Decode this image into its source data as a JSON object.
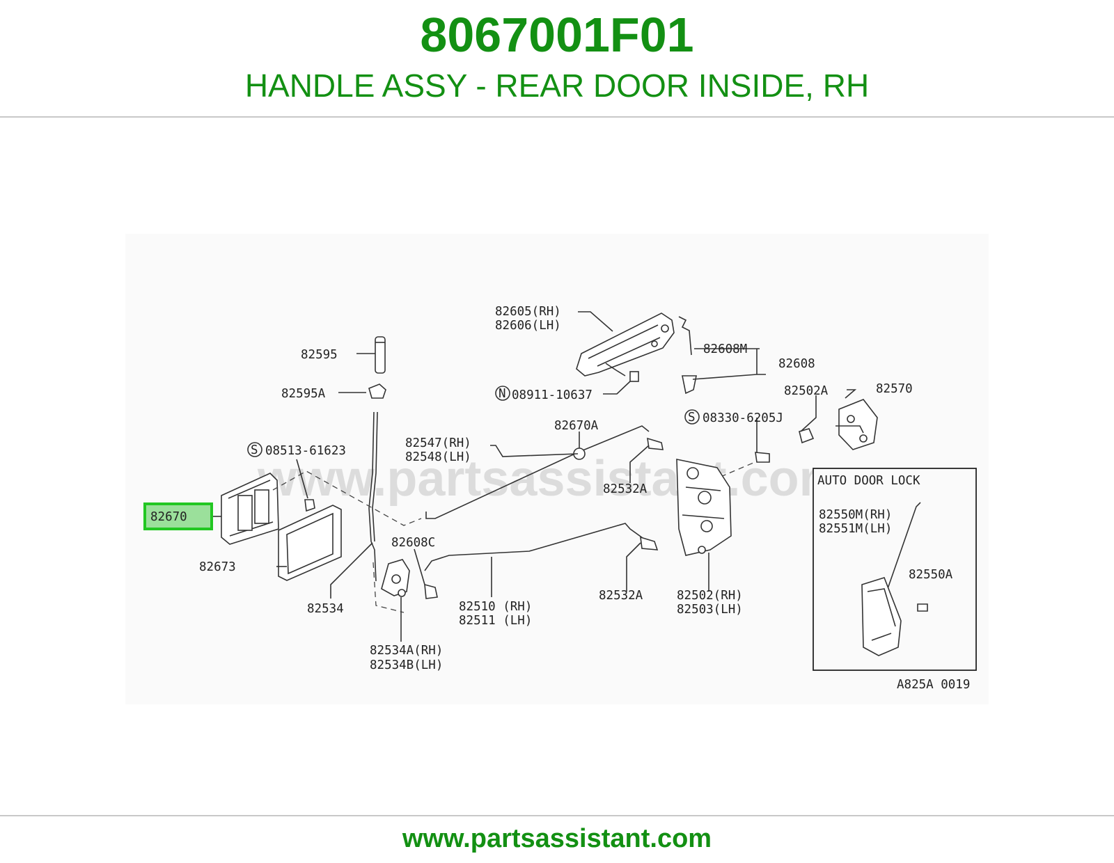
{
  "header": {
    "part_number": "8067001F01",
    "description": "HANDLE ASSY - REAR DOOR INSIDE, RH"
  },
  "diagram": {
    "watermark": "www.partsassistant.com",
    "figure_code": "A825A 0019",
    "highlighted_part": "82670",
    "callouts": {
      "c82605": "82605(RH)",
      "c82606": "82606(LH)",
      "c82595": "82595",
      "c82595A": "82595A",
      "c08911": "08911-10637",
      "c82608M": "82608M",
      "c82608": "82608",
      "c82502A": "82502A",
      "c82570": "82570",
      "c08330": "08330-6205J",
      "c82670A": "82670A",
      "c82547": "82547(RH)",
      "c82548": "82548(LH)",
      "c08513": "08513-61623",
      "c82532A_top": "82532A",
      "c82670": "82670",
      "c82608C": "82608C",
      "c82673": "82673",
      "c82534": "82534",
      "c82510": "82510 (RH)",
      "c82511": "82511 (LH)",
      "c82532A_bottom": "82532A",
      "c82502": "82502(RH)",
      "c82503": "82503(LH)",
      "c82534A": "82534A(RH)",
      "c82534B": "82534B(LH)",
      "inset_title": "AUTO DOOR LOCK",
      "c82550M": "82550M(RH)",
      "c82551M": "82551M(LH)",
      "c82550A": "82550A"
    }
  },
  "footer": {
    "url": "www.partsassistant.com"
  },
  "colors": {
    "brand_green": "#139013",
    "highlight_green": "#22c722",
    "highlight_fill": "#9be09b",
    "watermark": "#dcdcdc",
    "rule": "#c8c8c8"
  }
}
